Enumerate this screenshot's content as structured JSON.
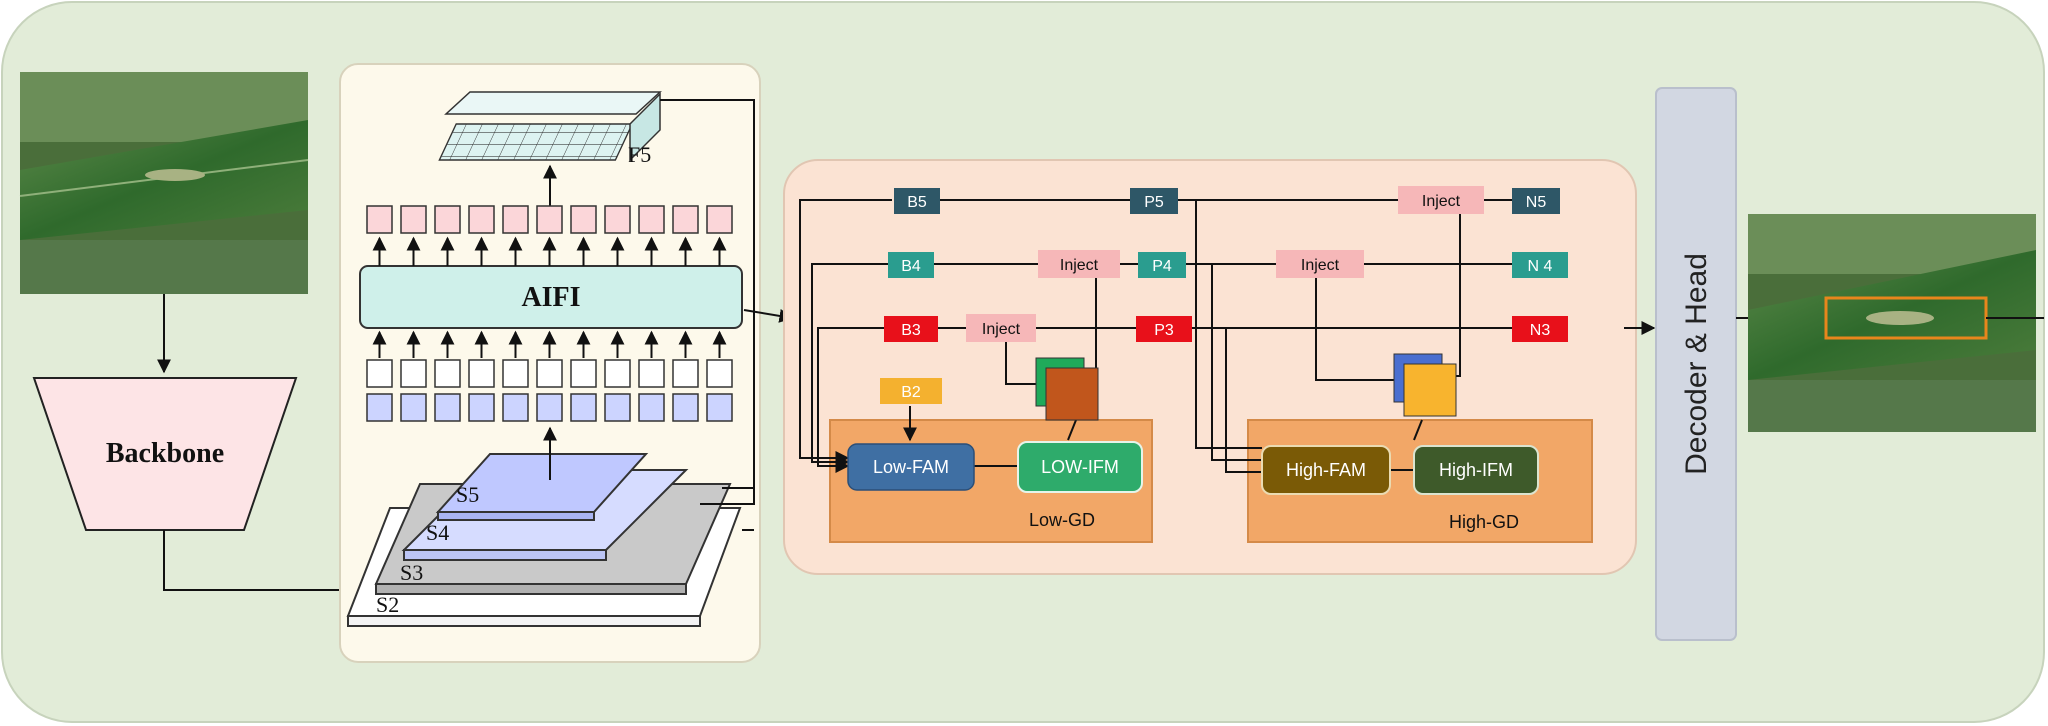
{
  "backbone": {
    "label": "Backbone"
  },
  "encoder": {
    "aifi_label": "AIFI",
    "f5_label": "F5",
    "stage_labels": [
      "S5",
      "S4",
      "S3",
      "S2"
    ]
  },
  "neck": {
    "b5": "B5",
    "b4": "B4",
    "b3": "B3",
    "b2": "B2",
    "p5": "P5",
    "p4": "P4",
    "p3": "P3",
    "n5": "N5",
    "n4": "N 4",
    "n3": "N3",
    "inject_label": "Inject",
    "low_fam": "Low-FAM",
    "low_ifm": "LOW-IFM",
    "low_gd": "Low-GD",
    "high_fam": "High-FAM",
    "high_ifm": "High-IFM",
    "high_gd": "High-GD"
  },
  "decoder": {
    "label": "Decoder & Head"
  },
  "colors": {
    "outer_bg": "#e2ecd8",
    "encoder_bg": "#fdf9eb",
    "neck_bg": "#fbe3d3",
    "gd_box": "#f2a767",
    "b_dark": "#2e5767",
    "b_teal": "#2a9d8f",
    "b_red": "#e8101a",
    "b2_yellow": "#f4b12f",
    "inject_pink": "#f6b7b8",
    "low_fam": "#3f6fa3",
    "low_ifm": "#2eab6b",
    "high_fam": "#7a5a06",
    "high_ifm": "#3e5a2a",
    "decoder_bar": "#d2d7e2"
  }
}
